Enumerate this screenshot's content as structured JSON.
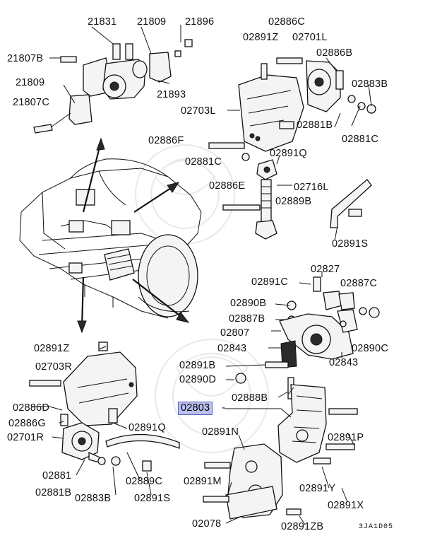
{
  "labels": {
    "l21831": "21831",
    "l21809a": "21809",
    "l21896": "21896",
    "l21807b": "21807B",
    "l21809b": "21809",
    "l21893": "21893",
    "l21807c": "21807C",
    "l02886c": "02886C",
    "l02891z": "02891Z",
    "l02701l": "02701L",
    "l02886b": "02886B",
    "l02883b_t": "02883B",
    "l02703l": "02703L",
    "l02881b_t": "02881B",
    "l02881c_r": "02881C",
    "l02886f": "02886F",
    "l02891q_t": "02891Q",
    "l02881c_l": "02881C",
    "l02886e": "02886E",
    "l02716l": "02716L",
    "l02889b": "02889B",
    "l02891s_t": "02891S",
    "l02827": "02827",
    "l02891c": "02891C",
    "l02887c": "02887C",
    "l02890b": "02890B",
    "l02887b": "02887B",
    "l02807": "02807",
    "l02843a": "02843",
    "l02890c": "02890C",
    "l02843b": "02843",
    "l02891z_b": "02891Z",
    "l02703r": "02703R",
    "l02891b": "02891B",
    "l02890d": "02890D",
    "l02888b": "02888B",
    "l02886d": "02886D",
    "l02803": "02803",
    "l02886g": "02886G",
    "l02891q_b": "02891Q",
    "l02701r": "02701R",
    "l02891n": "02891N",
    "l02891p": "02891P",
    "l02881": "02881",
    "l02889c": "02889C",
    "l02881b_b": "02881B",
    "l02883b_b": "02883B",
    "l02891s_b": "02891S",
    "l02891m": "02891M",
    "l02891y": "02891Y",
    "l02891x": "02891X",
    "l02078": "02078",
    "l02891zb": "02891ZB"
  },
  "diagram_code": "3JA1D05",
  "highlight": {
    "part": "02803",
    "color": "#b9c0ec"
  }
}
